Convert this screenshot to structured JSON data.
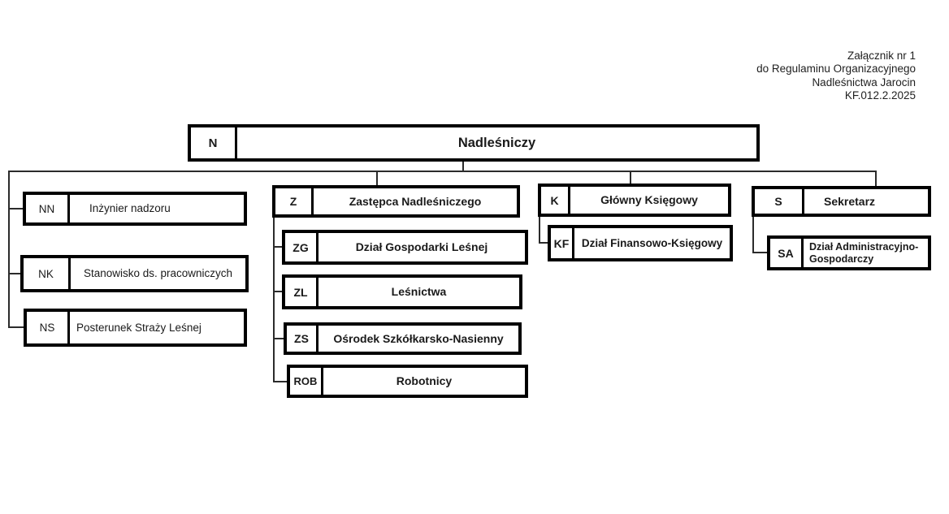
{
  "note": {
    "lines": [
      "Załącznik nr 1",
      "do Regulaminu Organizacyjnego",
      "Nadleśnictwa Jarocin",
      "KF.012.2.2025"
    ]
  },
  "org": {
    "root": {
      "code": "N",
      "title": "Nadleśniczy"
    },
    "branch_n": [
      {
        "code": "NN",
        "title": "Inżynier nadzoru"
      },
      {
        "code": "NK",
        "title": "Stanowisko ds. pracowniczych"
      },
      {
        "code": "NS",
        "title": "Posterunek Straży Leśnej"
      }
    ],
    "branch_z": {
      "head": {
        "code": "Z",
        "title": "Zastępca Nadleśniczego"
      },
      "children": [
        {
          "code": "ZG",
          "title": "Dział Gospodarki Leśnej"
        },
        {
          "code": "ZL",
          "title": "Leśnictwa"
        },
        {
          "code": "ZS",
          "title": "Ośrodek Szkółkarsko-Nasienny"
        },
        {
          "code": "ROB",
          "title": "Robotnicy"
        }
      ]
    },
    "branch_k": {
      "head": {
        "code": "K",
        "title": "Główny Księgowy"
      },
      "children": [
        {
          "code": "KF",
          "title": "Dział Finansowo-Księgowy"
        }
      ]
    },
    "branch_s": {
      "head": {
        "code": "S",
        "title": "Sekretarz"
      },
      "children": [
        {
          "code": "SA",
          "title": "Dział Administracyjno-\nGospodarczy"
        }
      ]
    }
  },
  "colors": {
    "background": "#ffffff",
    "border": "#000000",
    "line": "#2b2b2b",
    "text": "#1a1a1a"
  }
}
